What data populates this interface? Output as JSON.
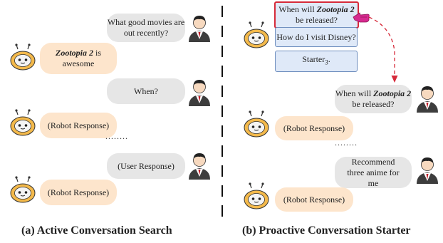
{
  "left": {
    "msg1": "What good movies are out recently?",
    "msg2_title": "Zootopia 2",
    "msg2_rest": " is awesome",
    "msg3": "When?",
    "msg4": "(Robot Response)",
    "dots": "........",
    "msg5": "(User Response)",
    "msg6": "(Robot Response)",
    "caption": "(a) Active Conversation Search"
  },
  "right": {
    "starter1_pre": "When will ",
    "starter1_title": "Zootopia 2",
    "starter1_post": " be released?",
    "starter2": "How do I visit Disney?",
    "starter3_base": "Starter",
    "starter3_sub": "3",
    "starter3_end": ".",
    "msg1_pre": "When will ",
    "msg1_title": "Zootopia 2",
    "msg1_post": " be released?",
    "msg2": "(Robot Response)",
    "dots": "........",
    "msg3": "Recommend three anime for me",
    "msg4": "(Robot Response)",
    "caption": "(b) Proactive Conversation Starter"
  },
  "icons": [
    "user-avatar-icon",
    "robot-avatar-icon",
    "hand-pointer-icon"
  ],
  "colors": {
    "user_bubble": "#e6e6e6",
    "robot_bubble": "#fde5cc",
    "starter_fill": "#dfe9f8",
    "highlight": "#d62a3a"
  }
}
